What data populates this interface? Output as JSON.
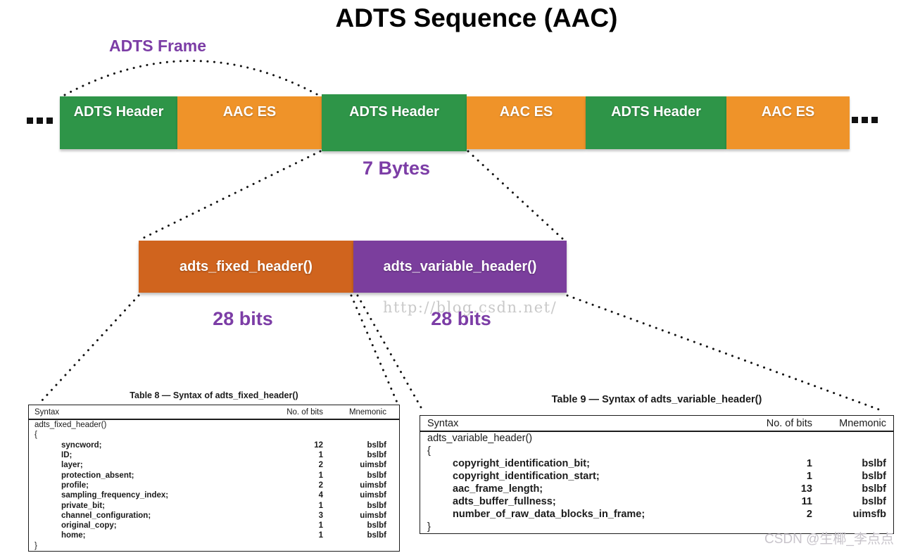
{
  "title": "ADTS Sequence (AAC)",
  "frame_label": "ADTS Frame",
  "header_size_label": "7 Bytes",
  "sequence": {
    "ellipsis_left": "...",
    "ellipsis_right": "...",
    "blocks": [
      {
        "label": "ADTS Header",
        "kind": "adts-header"
      },
      {
        "label": "AAC ES",
        "kind": "aac-es"
      },
      {
        "label": "ADTS Header",
        "kind": "adts-header"
      },
      {
        "label": "AAC ES",
        "kind": "aac-es"
      },
      {
        "label": "ADTS Header",
        "kind": "adts-header"
      },
      {
        "label": "AAC ES",
        "kind": "aac-es"
      }
    ]
  },
  "header_parts": {
    "fixed": {
      "label": "adts_fixed_header()",
      "size_label": "28 bits"
    },
    "variable": {
      "label": "adts_variable_header()",
      "size_label": "28 bits"
    }
  },
  "colors": {
    "adts_header_green": "#2E9548",
    "aac_es_orange": "#EF9329",
    "fixed_header_orange": "#D0641E",
    "variable_header_purple": "#7B3E9D",
    "annotation_purple": "#7C3DA6"
  },
  "tables": [
    {
      "id": "table-fixed",
      "title": "Table 8 — Syntax of adts_fixed_header()",
      "columns": {
        "syntax": "Syntax",
        "bits": "No. of bits",
        "mnemonic": "Mnemonic"
      },
      "function_line": "adts_fixed_header()",
      "open_brace": "{",
      "rows": [
        {
          "syntax": "syncword;",
          "bits": "12",
          "mnemonic": "bslbf"
        },
        {
          "syntax": "ID;",
          "bits": "1",
          "mnemonic": "bslbf"
        },
        {
          "syntax": "layer;",
          "bits": "2",
          "mnemonic": "uimsbf"
        },
        {
          "syntax": "protection_absent;",
          "bits": "1",
          "mnemonic": "bslbf"
        },
        {
          "syntax": "profile;",
          "bits": "2",
          "mnemonic": "uimsbf"
        },
        {
          "syntax": "sampling_frequency_index;",
          "bits": "4",
          "mnemonic": "uimsbf"
        },
        {
          "syntax": "private_bit;",
          "bits": "1",
          "mnemonic": "bslbf"
        },
        {
          "syntax": "channel_configuration;",
          "bits": "3",
          "mnemonic": "uimsbf"
        },
        {
          "syntax": "original_copy;",
          "bits": "1",
          "mnemonic": "bslbf"
        },
        {
          "syntax": "home;",
          "bits": "1",
          "mnemonic": "bslbf"
        }
      ],
      "close_brace": "}"
    },
    {
      "id": "table-variable",
      "title": "Table 9 — Syntax of adts_variable_header()",
      "columns": {
        "syntax": "Syntax",
        "bits": "No. of bits",
        "mnemonic": "Mnemonic"
      },
      "function_line": "adts_variable_header()",
      "open_brace": "{",
      "rows": [
        {
          "syntax": "copyright_identification_bit;",
          "bits": "1",
          "mnemonic": "bslbf"
        },
        {
          "syntax": "copyright_identification_start;",
          "bits": "1",
          "mnemonic": "bslbf"
        },
        {
          "syntax": "aac_frame_length;",
          "bits": "13",
          "mnemonic": "bslbf"
        },
        {
          "syntax": "adts_buffer_fullness;",
          "bits": "11",
          "mnemonic": "bslbf"
        },
        {
          "syntax": "number_of_raw_data_blocks_in_frame;",
          "bits": "2",
          "mnemonic": "uimsfb"
        }
      ],
      "close_brace": "}"
    }
  ],
  "watermarks": {
    "blog_url": "http://blog.csdn.net/",
    "csdn_credit": "CSDN @生椰_李点点"
  }
}
